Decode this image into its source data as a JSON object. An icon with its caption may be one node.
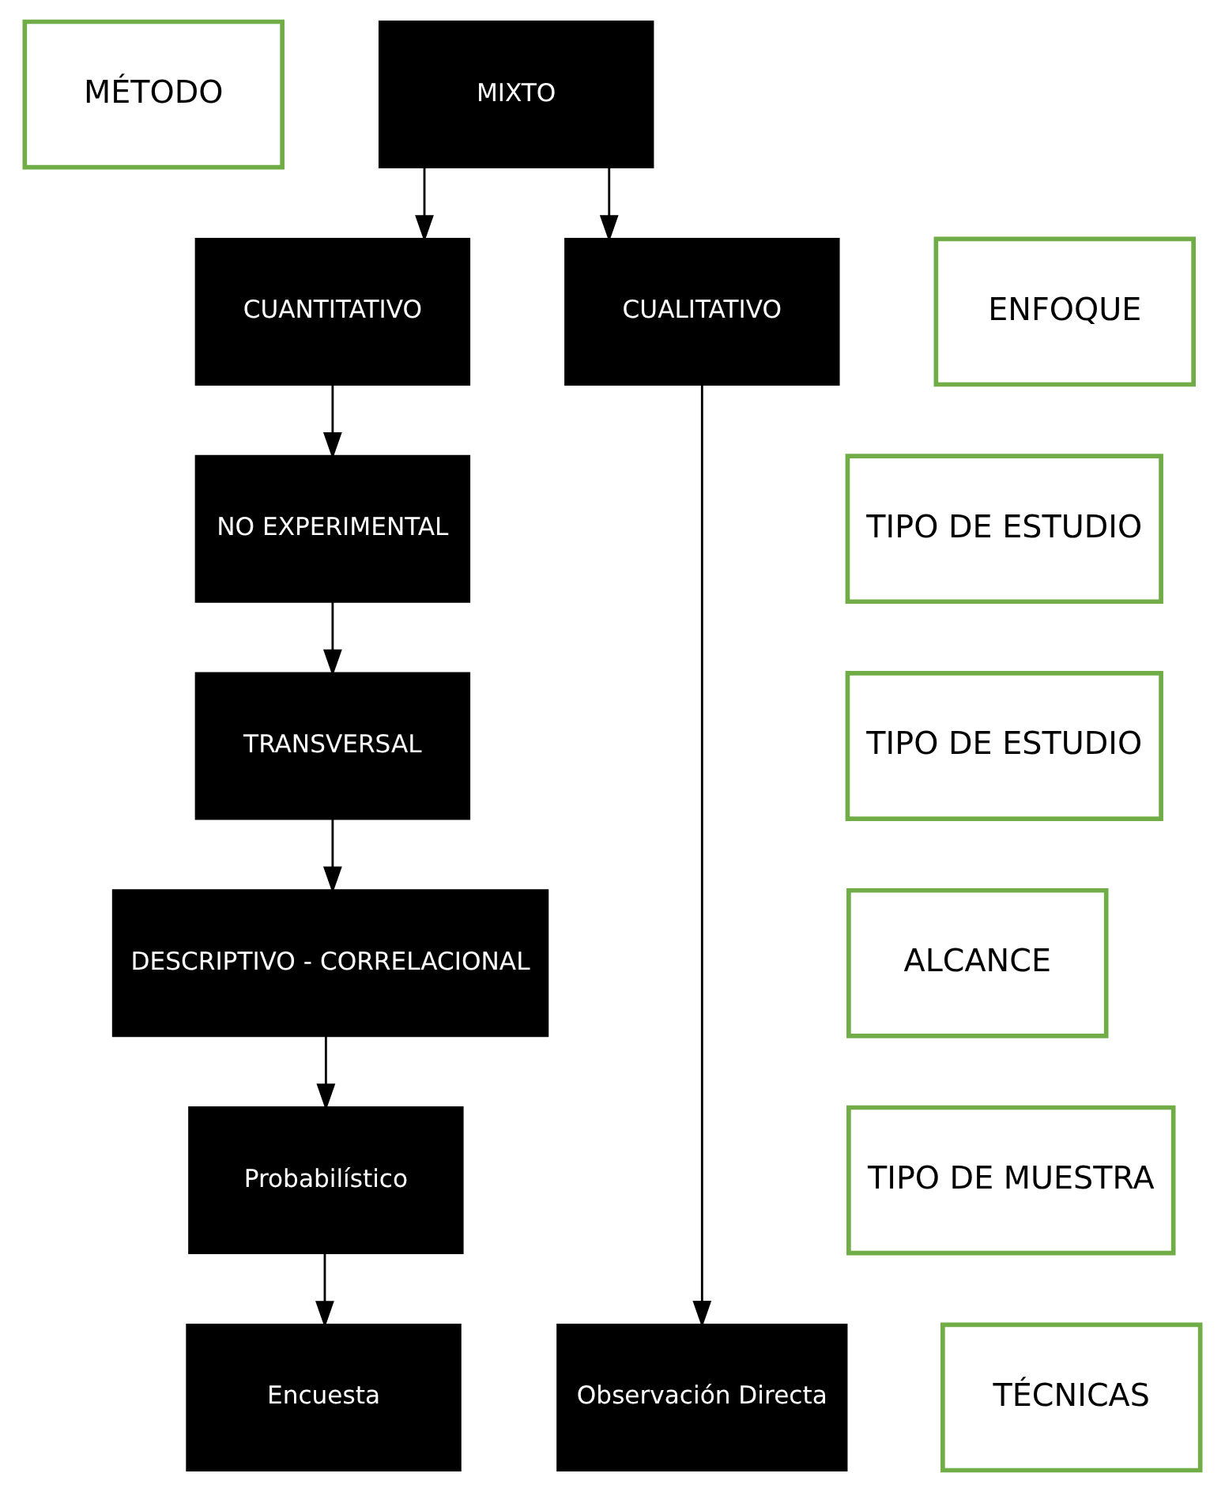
{
  "diagram": {
    "nodes": [
      {
        "text": [
          "MÉTODO"
        ]
      },
      {
        "text": [
          "MIXTO"
        ]
      },
      {
        "text": [
          "ENFOQUE"
        ]
      },
      {
        "text": [
          "CUANTITATIVO"
        ]
      },
      {
        "text": [
          "CUALITATIVO"
        ]
      },
      {
        "text": [
          "TIPO DE ESTUDIO"
        ]
      },
      {
        "text": [
          "NO EXPERIMENTAL"
        ]
      },
      {
        "text": [
          "TIPO DE ESTUDIO"
        ]
      },
      {
        "text": [
          "TRANSVERSAL"
        ]
      },
      {
        "text": [
          "ALCANCE"
        ]
      },
      {
        "text": [
          "DESCRIPTIVO - CORRELACIONAL"
        ]
      },
      {
        "text": [
          "TIPO DE MUESTRA"
        ]
      },
      {
        "text": [
          "Probabilístico"
        ]
      },
      {
        "text": [
          "TÉCNICAS"
        ]
      },
      {
        "text": [
          "Encuesta"
        ]
      },
      {
        "text": [
          "Observación Directa"
        ]
      }
    ],
    "edges": [
      {
        "from": 1,
        "to": 3,
        "arrow": "to"
      },
      {
        "from": 1,
        "to": 4,
        "arrow": "to"
      },
      {
        "from": 3,
        "to": 6,
        "arrow": "to"
      },
      {
        "from": 6,
        "to": 8,
        "arrow": "to"
      },
      {
        "from": 8,
        "to": 10,
        "arrow": "to"
      },
      {
        "from": 10,
        "to": 12,
        "arrow": "to"
      },
      {
        "from": 12,
        "to": 14,
        "arrow": "to"
      },
      {
        "from": 4,
        "to": 15,
        "arrow": "to"
      }
    ]
  }
}
